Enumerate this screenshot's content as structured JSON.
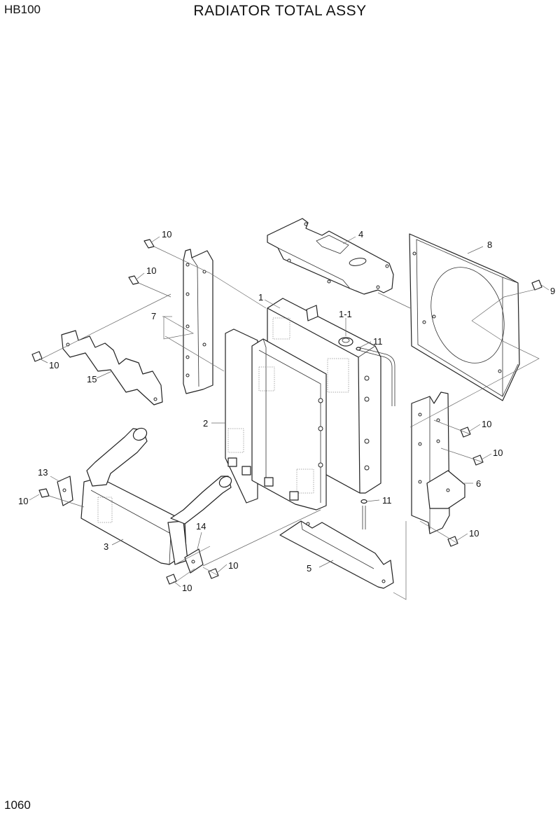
{
  "header": {
    "model": "HB100",
    "title": "RADIATOR TOTAL ASSY"
  },
  "footer": {
    "page_number": "1060"
  },
  "callouts": [
    {
      "id": "c1",
      "text": "1"
    },
    {
      "id": "c1-1",
      "text": "1-1"
    },
    {
      "id": "c2",
      "text": "2"
    },
    {
      "id": "c3",
      "text": "3"
    },
    {
      "id": "c4",
      "text": "4"
    },
    {
      "id": "c5",
      "text": "5"
    },
    {
      "id": "c6",
      "text": "6"
    },
    {
      "id": "c7",
      "text": "7"
    },
    {
      "id": "c8",
      "text": "8"
    },
    {
      "id": "c9",
      "text": "9"
    },
    {
      "id": "c10a",
      "text": "10"
    },
    {
      "id": "c10b",
      "text": "10"
    },
    {
      "id": "c10c",
      "text": "10"
    },
    {
      "id": "c10d",
      "text": "10"
    },
    {
      "id": "c10e",
      "text": "10"
    },
    {
      "id": "c10f",
      "text": "10"
    },
    {
      "id": "c10g",
      "text": "10"
    },
    {
      "id": "c10h",
      "text": "10"
    },
    {
      "id": "c10i",
      "text": "10"
    },
    {
      "id": "c11a",
      "text": "11"
    },
    {
      "id": "c11b",
      "text": "11"
    },
    {
      "id": "c13",
      "text": "13"
    },
    {
      "id": "c14",
      "text": "14"
    },
    {
      "id": "c15",
      "text": "15"
    }
  ]
}
